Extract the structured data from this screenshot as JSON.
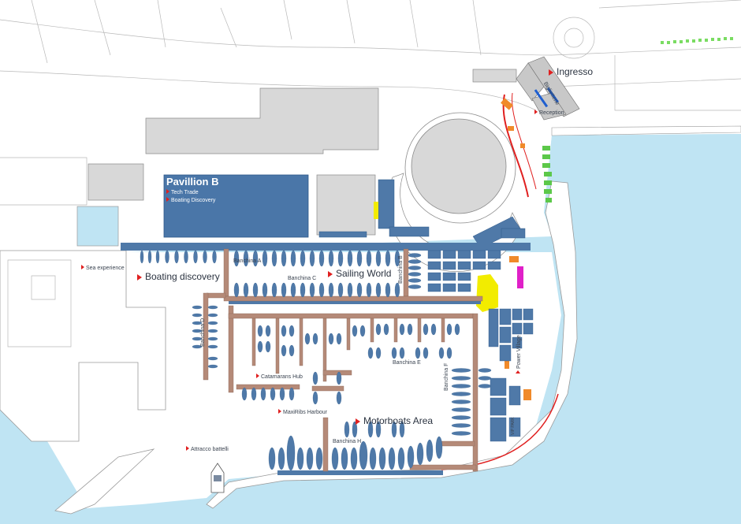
{
  "colors": {
    "sea": "#bfe4f3",
    "building": "#d8d8d8",
    "pavilion": "#4a76a8",
    "pier": "#b58a78",
    "boat": "#4f79a8",
    "marker": "#e02020",
    "highlight_yellow": "#f2ec00",
    "highlight_orange": "#f08a2a",
    "highlight_magenta": "#e020c8",
    "green": "#5cc84a"
  },
  "labels": {
    "ingresso": "Ingresso",
    "biglietterie": "Biglietterie",
    "reception": "Reception",
    "pavilion_b": "Pavillion B",
    "tech_trade": "Tech Trade",
    "boating_discovery_sub": "Boating Discovery",
    "sea_experience": "Sea experience",
    "boating_discovery": "Boating discovery",
    "sailing_world": "Sailing World",
    "banchina_a": "Banchina A",
    "banchina_b": "Banchina B",
    "banchina_c": "Banchina C",
    "banchina_d": "Banchina D",
    "banchina_e": "Banchina E",
    "banchina_f": "Banchina F",
    "banchina_h": "Banchina H",
    "catamarans_hub": "Catamarans Hub",
    "maxiribs_harbour": "MaxiRibs Harbour",
    "motorboats_area": "Motorboats Area",
    "attracco_battelli": "Attracco battelli",
    "power_village": "Power Village",
    "vip_park": "VIP PARK"
  }
}
